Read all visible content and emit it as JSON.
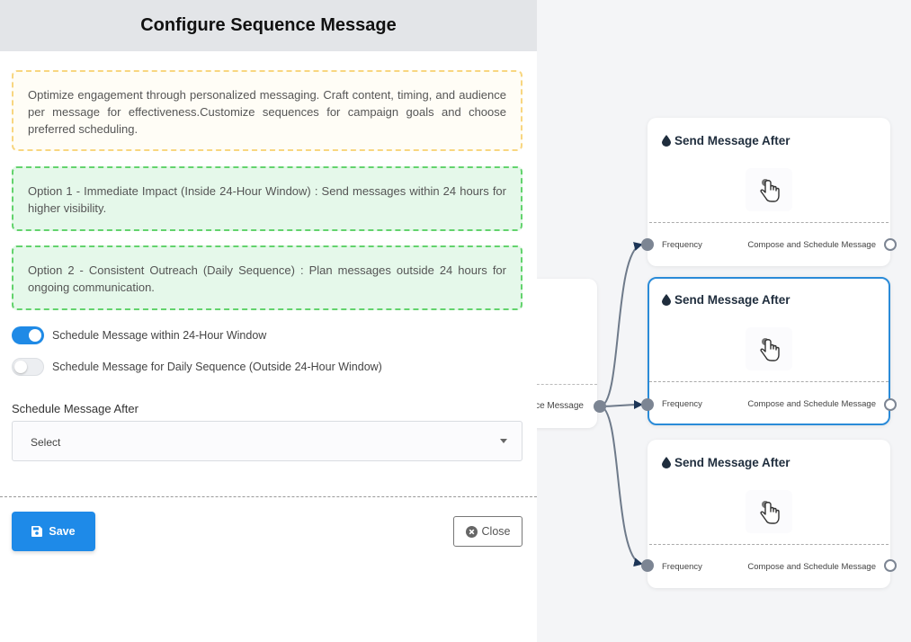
{
  "panel": {
    "title": "Configure Sequence Message",
    "info_text": "Optimize engagement through personalized messaging. Craft content, timing, and audience per message for effectiveness.Customize sequences for campaign goals and choose preferred scheduling.",
    "option1_text": "Option 1 - Immediate Impact (Inside 24-Hour Window) : Send messages within 24 hours for higher visibility.",
    "option2_text": "Option 2 - Consistent Outreach (Daily Sequence) : Plan messages outside 24 hours for ongoing communication.",
    "toggles": [
      {
        "label": "Schedule Message within 24-Hour Window",
        "on": true
      },
      {
        "label": "Schedule Message for Daily Sequence (Outside 24-Hour Window)",
        "on": false
      }
    ],
    "field_label": "Schedule Message After",
    "select_value": "Select",
    "save_label": "Save",
    "close_label": "Close"
  },
  "canvas": {
    "source_node": {
      "output_label": "ce Message"
    },
    "cards": [
      {
        "title": "Send Message After",
        "in_label": "Frequency",
        "out_label": "Compose and Schedule Message",
        "selected": false
      },
      {
        "title": "Send Message After",
        "in_label": "Frequency",
        "out_label": "Compose and Schedule Message",
        "selected": true
      },
      {
        "title": "Send Message After",
        "in_label": "Frequency",
        "out_label": "Compose and Schedule Message",
        "selected": false
      }
    ]
  },
  "icons": {
    "card_title": "water-drop-icon",
    "card_body": "pointer-hand-icon",
    "save": "floppy-disk-icon",
    "close": "close-circle-icon"
  },
  "colors": {
    "primary": "#1e8ae8",
    "info_border": "#f8d680",
    "option_border": "#63d36d",
    "option_bg": "#e5f8ea",
    "edge": "#6e7a8a",
    "arrow": "#1c3557"
  }
}
